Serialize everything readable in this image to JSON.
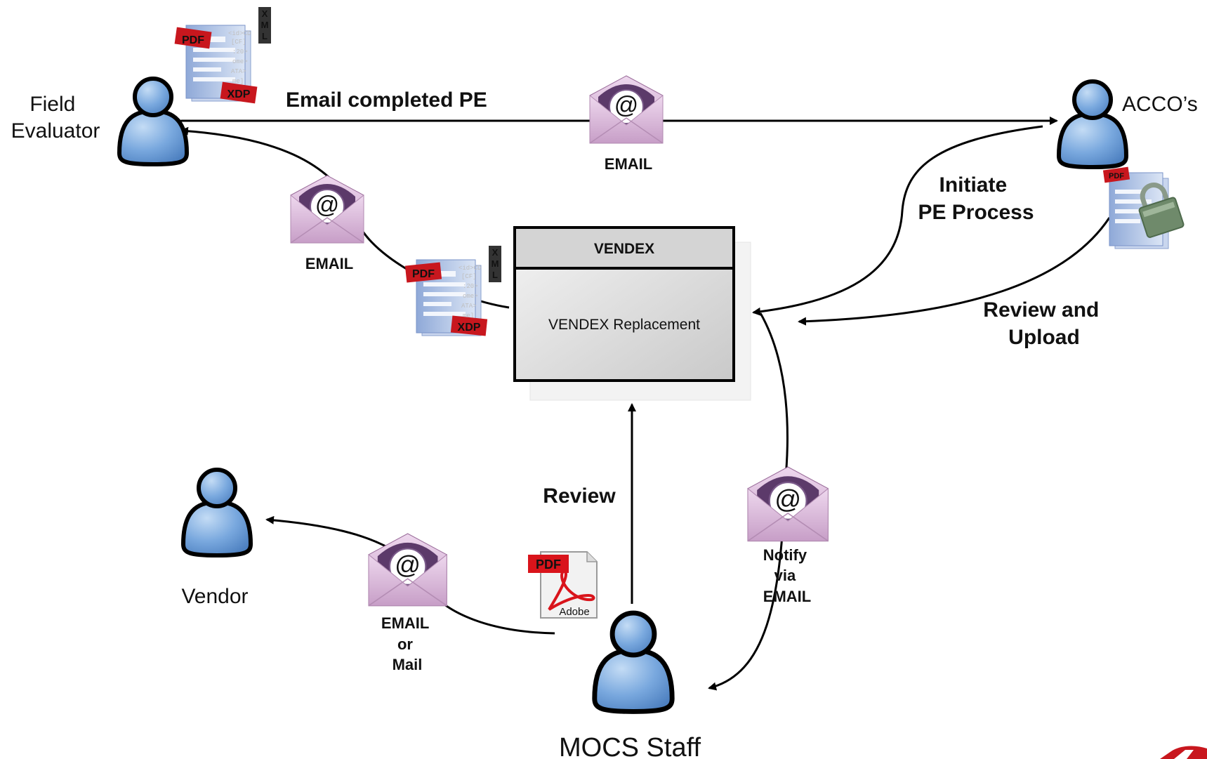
{
  "actors": {
    "field_evaluator": [
      "Field",
      "Evaluator"
    ],
    "accos": "ACCO’s",
    "vendor": "Vendor",
    "mocs_staff": "MOCS Staff"
  },
  "system": {
    "header": "VENDEX",
    "body": "VENDEX Replacement"
  },
  "flows": {
    "email_completed_pe": "Email completed PE",
    "email_top": "EMAIL",
    "email_left": "EMAIL",
    "initiate": [
      "Initiate",
      "PE Process"
    ],
    "review_upload": [
      "Review and",
      "Upload"
    ],
    "review": "Review",
    "notify": [
      "Notify",
      "via",
      "EMAIL"
    ],
    "email_or_mail": [
      "EMAIL",
      "or",
      "Mail"
    ]
  },
  "doc_badges": {
    "pdf": "PDF",
    "xdp": "XDP",
    "xml": [
      "X",
      "M",
      "L"
    ],
    "adobe": "Adobe"
  },
  "envelope_glyph": "@",
  "colors": {
    "person_fill": "#6f9fd6",
    "person_light": "#b9d3f0",
    "envelope": "#d6b4d6",
    "envelope_dark": "#a779a7",
    "pdf_red": "#c8171e",
    "doc_blue": "#a9c0e4",
    "vendex_header": "#d6d6d6"
  }
}
